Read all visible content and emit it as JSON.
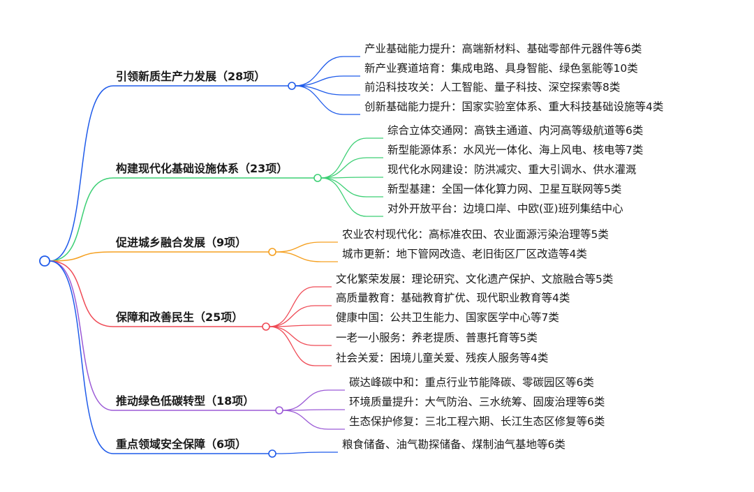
{
  "root": {},
  "branches": [
    {
      "label": "引领新质生产力发展（28项）",
      "color": "#1f5bea",
      "leaves": [
        "产业基础能力提升：高端新材料、基础零部件元器件等6类",
        "新产业赛道培育：集成电路、具身智能、绿色氢能等10类",
        "前沿科技攻关：人工智能、量子科技、深空探索等8类",
        "创新基础能力提升：国家实验室体系、重大科技基础设施等4类"
      ]
    },
    {
      "label": "构建现代化基础设施体系（23项）",
      "color": "#3ccf74",
      "leaves": [
        "综合立体交通网：高铁主通道、内河高等级航道等6类",
        "新型能源体系：水风光一体化、海上风电、核电等7类",
        "现代化水网建设：防洪减灾、重大引调水、供水灌溉",
        "新型基建：全国一体化算力网、卫星互联网等5类",
        "对外开放平台：边境口岸、中欧(亚)班列集结中心"
      ]
    },
    {
      "label": "促进城乡融合发展（9项）",
      "color": "#f5a020",
      "leaves": [
        "农业农村现代化：高标准农田、农业面源污染治理等5类",
        "城市更新：地下管网改造、老旧街区厂区改造等4类"
      ]
    },
    {
      "label": "保障和改善民生（25项）",
      "color": "#ef4a55",
      "leaves": [
        "文化繁荣发展：理论研究、文化遗产保护、文旅融合等5类",
        "高质量教育：基础教育扩优、现代职业教育等4类",
        "健康中国：公共卫生能力、国家医学中心等7类",
        "一老一小服务：养老提质、普惠托育等5类",
        "社会关爱：困境儿童关爱、残疾人服务等4类"
      ]
    },
    {
      "label": "推动绿色低碳转型（18项）",
      "color": "#9b5ad6",
      "leaves": [
        "碳达峰碳中和：重点行业节能降碳、零碳园区等6类",
        "环境质量提升：大气防治、三水统筹、固废治理等6类",
        "生态保护修复：三北工程六期、长江生态区修复等6类"
      ]
    },
    {
      "label": "重点领域安全保障（6项）",
      "color": "#1f5bea",
      "leaves": [
        "粮食储备、油气勘探储备、煤制油气基地等6类"
      ]
    }
  ]
}
